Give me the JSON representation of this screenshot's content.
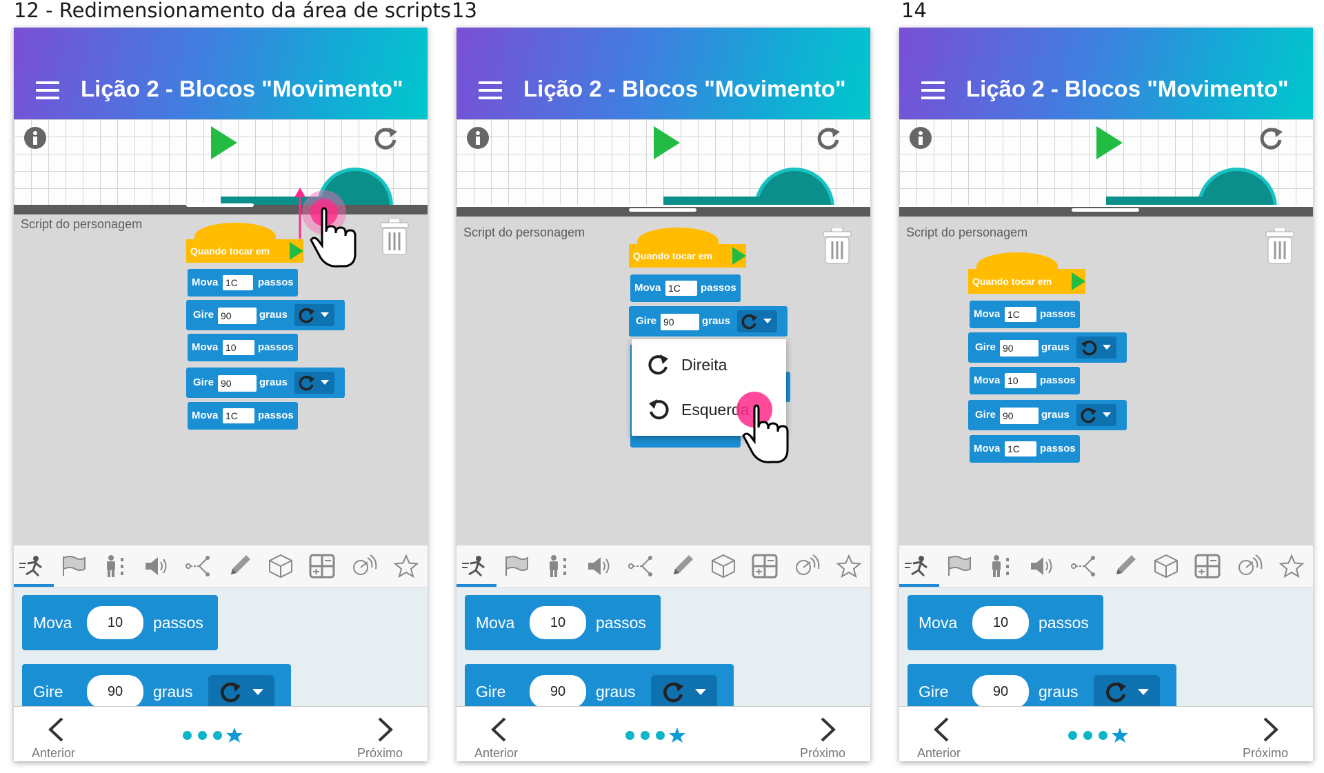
{
  "captions": [
    "12 - Redimensionamento da área de scripts",
    "13",
    "14"
  ],
  "app": {
    "title": "Lição 2 - Blocos \"Movimento\"",
    "script_label": "Script do  personagem",
    "hat_label": "Quando tocar em",
    "accent": "#1b8fd4",
    "hat_color": "#ffbc00"
  },
  "script_blocks": [
    {
      "type": "move",
      "label": "Mova",
      "value": "1C",
      "unit": "passos"
    },
    {
      "type": "turn",
      "label": "Gire",
      "value": "90",
      "unit": "graus"
    },
    {
      "type": "move",
      "label": "Mova",
      "value": "10",
      "unit": "passos"
    },
    {
      "type": "turn",
      "label": "Gire",
      "value": "90",
      "unit": "graus"
    },
    {
      "type": "move",
      "label": "Mova",
      "value": "1C",
      "unit": "passos"
    }
  ],
  "palette": [
    {
      "label": "Mova",
      "value": "10",
      "unit": "passos"
    },
    {
      "label": "Gire",
      "value": "90",
      "unit": "graus"
    }
  ],
  "tabs": [
    "motion-icon",
    "events-icon",
    "looks-icon",
    "sound-icon",
    "control-icon",
    "pen-icon",
    "sensing-icon",
    "operators-icon",
    "variables-icon",
    "favorites-icon"
  ],
  "popup": {
    "items": [
      "Direita",
      "Esquerda"
    ]
  },
  "nav": {
    "prev": "Anterior",
    "next": "Próximo"
  }
}
